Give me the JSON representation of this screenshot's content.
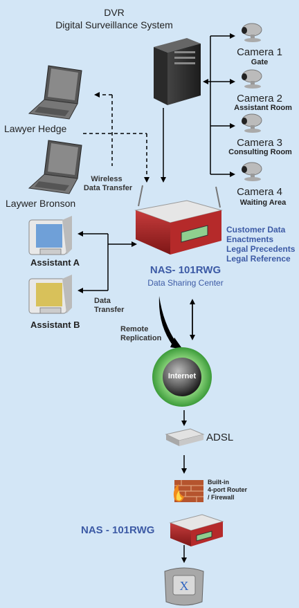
{
  "dvr": {
    "title": "DVR",
    "subtitle": "Digital Surveillance System"
  },
  "cameras": [
    {
      "name": "Camera 1",
      "location": "Gate"
    },
    {
      "name": "Camera 2",
      "location": "Assistant Room"
    },
    {
      "name": "Camera 3",
      "location": "Consulting Room"
    },
    {
      "name": "Camera 4",
      "location": "Waiting Area"
    }
  ],
  "laptops": [
    {
      "label": "Lawyer Hedge"
    },
    {
      "label": "Laywer Bronson"
    }
  ],
  "links": {
    "wireless": {
      "line1": "Wireless",
      "line2": "Data Transfer"
    },
    "data_transfer": {
      "line1": "Data",
      "line2": "Transfer"
    },
    "remote_replication": {
      "line1": "Remote",
      "line2": "Replication"
    }
  },
  "nas_main": {
    "title": "NAS- 101RWG",
    "subtitle": "Data Sharing Center",
    "data_items": [
      "Customer Data",
      "Enactments",
      "Legal Precedents",
      "Legal Reference"
    ]
  },
  "assistants": [
    {
      "label": "Assistant A"
    },
    {
      "label": "Assistant B"
    }
  ],
  "internet": {
    "label": "Internet"
  },
  "adsl": {
    "label": "ADSL"
  },
  "router": {
    "line1": "Built-in",
    "line2": "4-port Router",
    "line3": "/ Firewall"
  },
  "nas_lower": {
    "title": "NAS - 101RWG"
  },
  "colors": {
    "background": "#d3e6f6",
    "accent_blue": "#3c5aa5",
    "device_red": "#b52a2a",
    "internet_green": "#8fd77f"
  }
}
